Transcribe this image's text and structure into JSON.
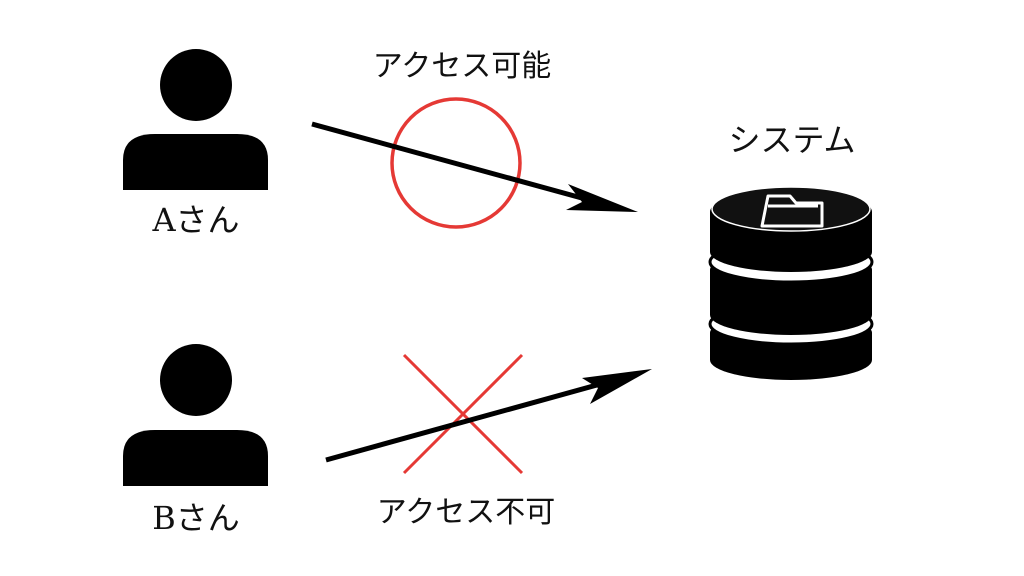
{
  "users": [
    {
      "id": "a",
      "label": "Aさん",
      "access": "granted"
    },
    {
      "id": "b",
      "label": "Bさん",
      "access": "denied"
    }
  ],
  "access": {
    "granted_label": "アクセス可能",
    "denied_label": "アクセス不可"
  },
  "system": {
    "label": "システム",
    "icon": "database-folder-icon"
  },
  "colors": {
    "ink": "#000000",
    "mark": "#e53935"
  },
  "icons": {
    "user": "person-icon",
    "granted": "circle-mark-icon",
    "denied": "cross-mark-icon"
  }
}
